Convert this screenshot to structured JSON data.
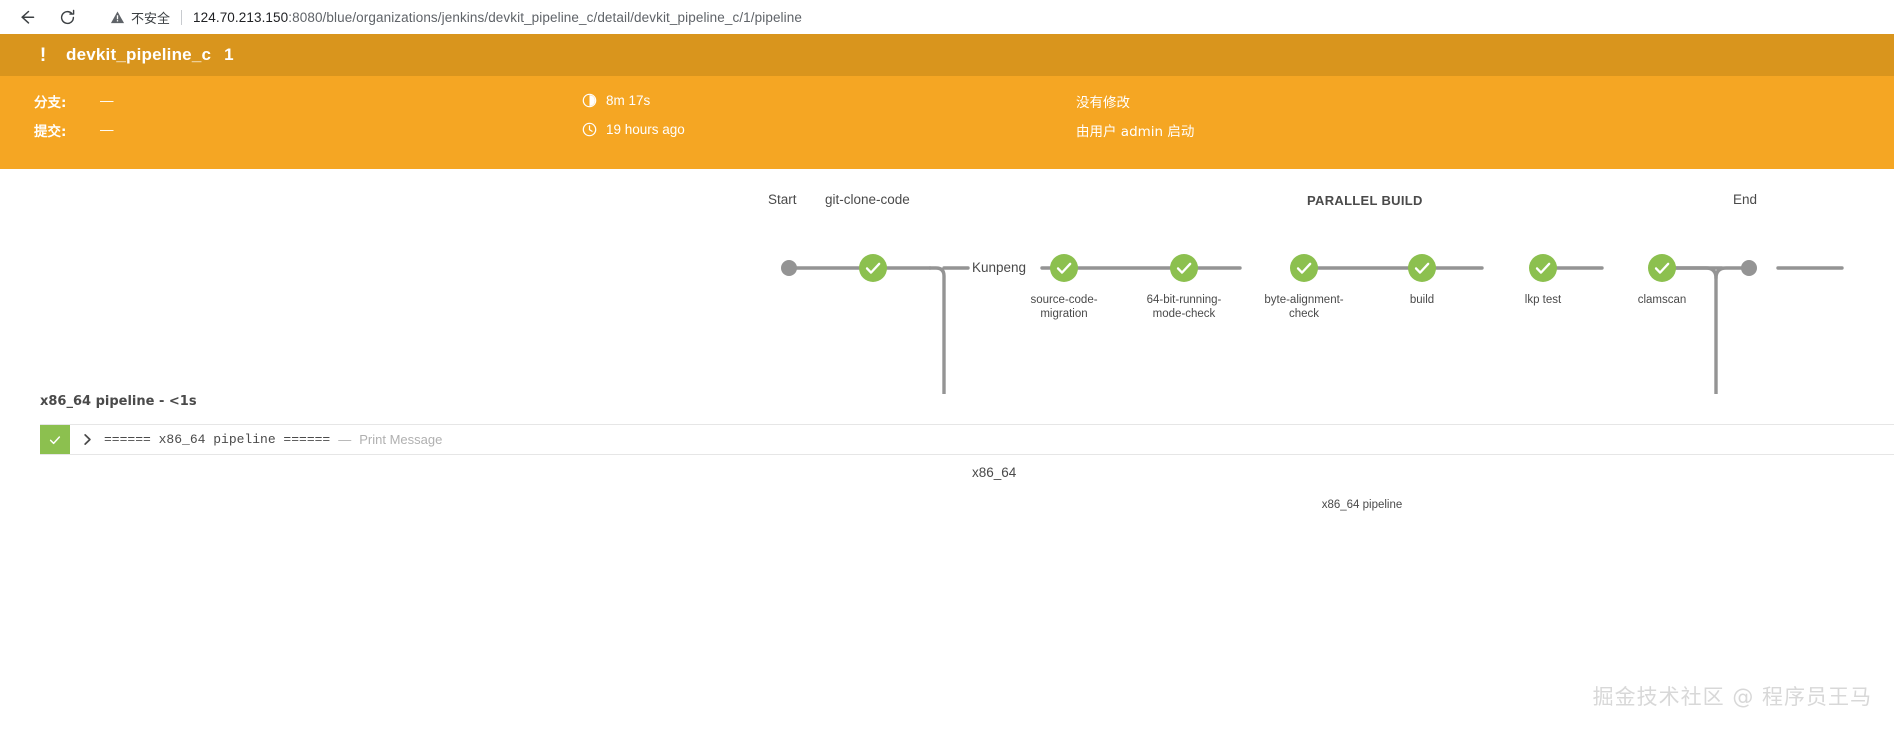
{
  "browser": {
    "back_icon": "back-arrow-icon",
    "reload_icon": "reload-icon",
    "security_icon": "warning-triangle-icon",
    "security_label": "不安全",
    "url_host": "124.70.213.150",
    "url_path": ":8080/blue/organizations/jenkins/devkit_pipeline_c/detail/devkit_pipeline_c/1/pipeline",
    "url_full": "124.70.213.150:8080/blue/organizations/jenkins/devkit_pipeline_c/detail/devkit_pipeline_c/1/pipeline"
  },
  "header": {
    "status_icon": "exclamation-icon",
    "pipeline_name": "devkit_pipeline_c",
    "run_id": "1",
    "bar_color": "#d9951d",
    "meta_color": "#f5a623",
    "meta": {
      "branch_label": "分支:",
      "branch_value": "—",
      "commit_label": "提交:",
      "commit_value": "—",
      "duration_icon": "clock-icon",
      "duration_value": "8m 17s",
      "time_icon": "history-icon",
      "time_value": "19 hours ago",
      "changes_text": "没有修改",
      "cause_text": "由用户 admin 启动"
    }
  },
  "graph": {
    "start_label": "Start",
    "end_label": "End",
    "parallel_header": "PARALLEL BUILD",
    "node_color": "#8cc04f",
    "selected_ring_color": "#4a90d9",
    "edge_color": "#949494",
    "terminal_color": "#949494",
    "top_stages": [
      {
        "label": "git-clone-code",
        "position": "above"
      }
    ],
    "branches": [
      {
        "name": "Kunpeng"
      },
      {
        "name": "x86_64"
      }
    ],
    "kunpeng_stages": [
      "source-code-\nmigration",
      "64-bit-running-\nmode-check",
      "byte-alignment-\ncheck",
      "build",
      "lkp test",
      "clamscan"
    ],
    "x86_stages": [
      "x86_64 pipeline"
    ]
  },
  "log": {
    "heading": "x86_64 pipeline - <1s",
    "rows": [
      {
        "status_icon": "check-icon",
        "expand_icon": "chevron-right-icon",
        "message": "====== x86_64 pipeline ======",
        "dash": "—",
        "type": "Print Message"
      }
    ]
  },
  "watermark": "掘金技术社区 @ 程序员王马"
}
